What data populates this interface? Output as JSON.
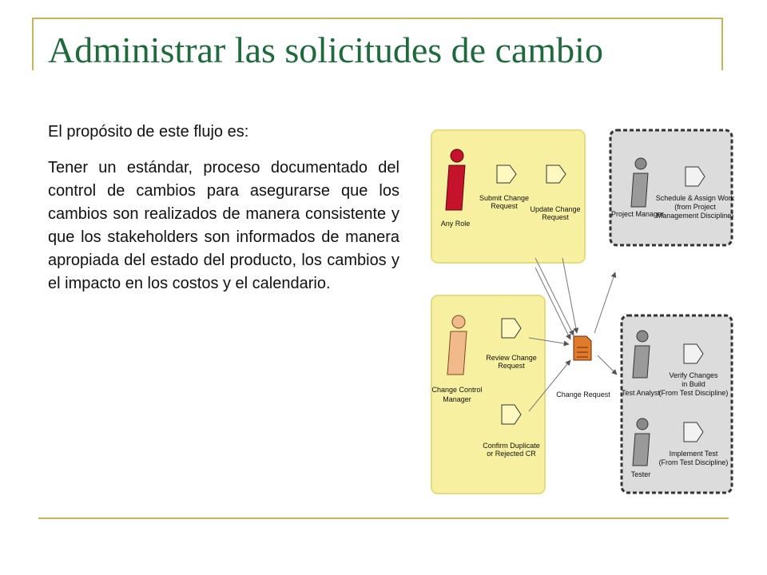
{
  "title": "Administrar las solicitudes de cambio",
  "intro": "El propósito de este flujo es:",
  "body": "Tener un estándar, proceso documentado del control de cambios para asegurarse que los cambios son realizados de manera consistente y que los stakeholders son informados de manera apropiada del estado del producto, los cambios y el impacto en los costos y el calendario.",
  "colors": {
    "title": "#1f6a3c",
    "accent_line": "#c8b45a",
    "yellow_panel": "#f7f0a0",
    "gray_panel": "#dcdcdc",
    "role_red": "#c4132b",
    "role_tan": "#f2b98b"
  },
  "diagram": {
    "roles": {
      "any_role": "Any Role",
      "change_control_manager": [
        "Change Control",
        "Manager"
      ],
      "project_manager": "Project Manager",
      "test_analyst": "Test Analyst",
      "tester": "Tester"
    },
    "activities": {
      "submit": [
        "Submit Change",
        "Request"
      ],
      "update": [
        "Update Change",
        "Request"
      ],
      "review": [
        "Review Change",
        "Request"
      ],
      "confirm": [
        "Confirm Duplicate",
        "or Rejected CR"
      ],
      "schedule": [
        "Schedule & Assign Work",
        "(from Project",
        "Management Discipline)"
      ],
      "verify": [
        "Verify Changes",
        "in Build",
        "(From Test Discipline)"
      ],
      "implement": [
        "Implement Test",
        "(From Test Discipline)"
      ]
    },
    "artifact": "Change Request"
  }
}
